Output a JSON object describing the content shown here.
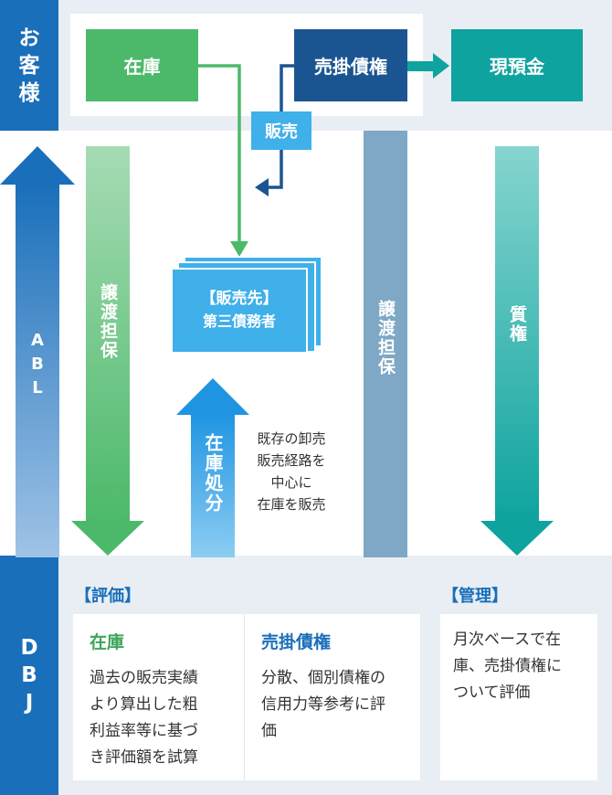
{
  "labels": {
    "customer": [
      "お",
      "客",
      "様"
    ],
    "inventory": "在庫",
    "receivables": "売掛債権",
    "cash": "現預金",
    "sales": "販売",
    "buyer_title": "【販売先】",
    "buyer_sub": "第三債務者",
    "abl": [
      "A",
      "B",
      "L"
    ],
    "assign_collateral": "譲渡担保",
    "inventory_disposal": "在庫処分",
    "disposal_note": [
      "既存の卸売",
      "販売経路を",
      "中心に",
      "在庫を販売"
    ],
    "pledge": "質権",
    "dbj": [
      "D",
      "B",
      "J"
    ],
    "eval_heading": "【評価】",
    "mgmt_heading": "【管理】",
    "eval_inventory_title": "在庫",
    "eval_inventory_text": [
      "過去の販売実績",
      "より算出した粗",
      "利益率等に基づ",
      "き評価額を試算"
    ],
    "eval_receivable_title": "売掛債権",
    "eval_receivable_text": [
      "分散、個別債権の",
      "信用力等参考に評",
      "価"
    ],
    "mgmt_text": [
      "月次ベースで在",
      "庫、売掛債権に",
      "ついて評価"
    ]
  },
  "colors": {
    "dbj_blue": "#1a6fba",
    "light_bg": "#e9eef4",
    "green": "#4cb96a",
    "navy": "#1b5591",
    "teal": "#0ea39e",
    "sky": "#3fb0ea",
    "steel": "#7ea8c5",
    "eval_green": "#3da55b",
    "eval_blue": "#1a6fba"
  }
}
